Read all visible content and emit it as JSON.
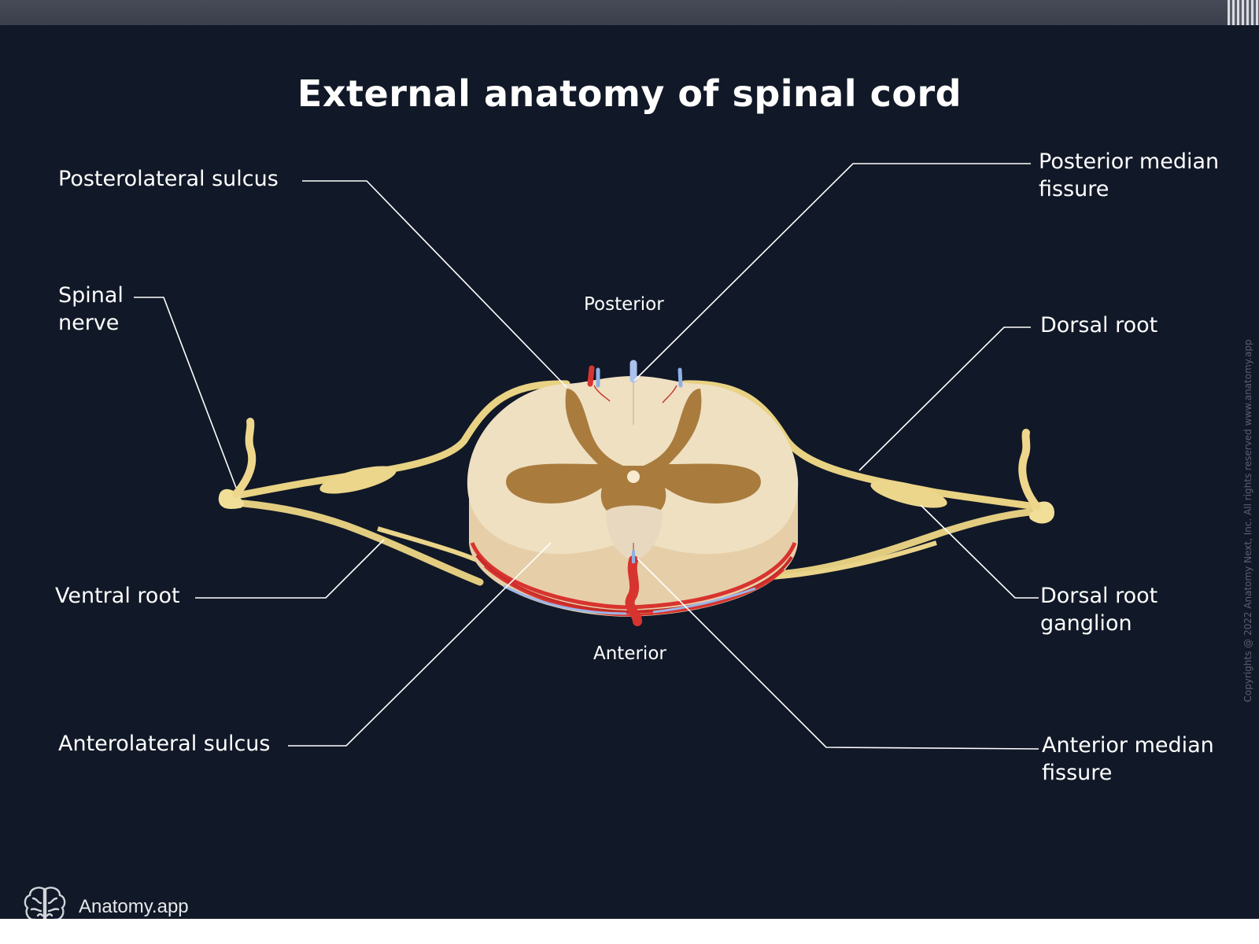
{
  "title": "External anatomy of spinal cord",
  "orientation": {
    "posterior": "Posterior",
    "anterior": "Anterior"
  },
  "labels": {
    "posterolateral_sulcus": "Posterolateral sulcus",
    "spinal_nerve": "Spinal nerve",
    "ventral_root": "Ventral root",
    "anterolateral_sulcus": "Anterolateral sulcus",
    "posterior_median_fissure": "Posterior median fissure",
    "dorsal_root": "Dorsal root",
    "dorsal_root_ganglion": "Dorsal root ganglion",
    "anterior_median_fissure": "Anterior median fissure"
  },
  "brand": {
    "name": "Anatomy.app",
    "icon": "brain-icon"
  },
  "watermark": "Copyrights @ 2022 Anatomy Next, Inc. All rights reserved  www.anatomy.app",
  "colors": {
    "background": "#111827",
    "white_matter": "#efe0c0",
    "gray_matter": "#a97c3e",
    "nerve": "#eed98c",
    "artery": "#d8342f",
    "vein": "#8fb0e6",
    "leader_line": "#ffffff"
  }
}
